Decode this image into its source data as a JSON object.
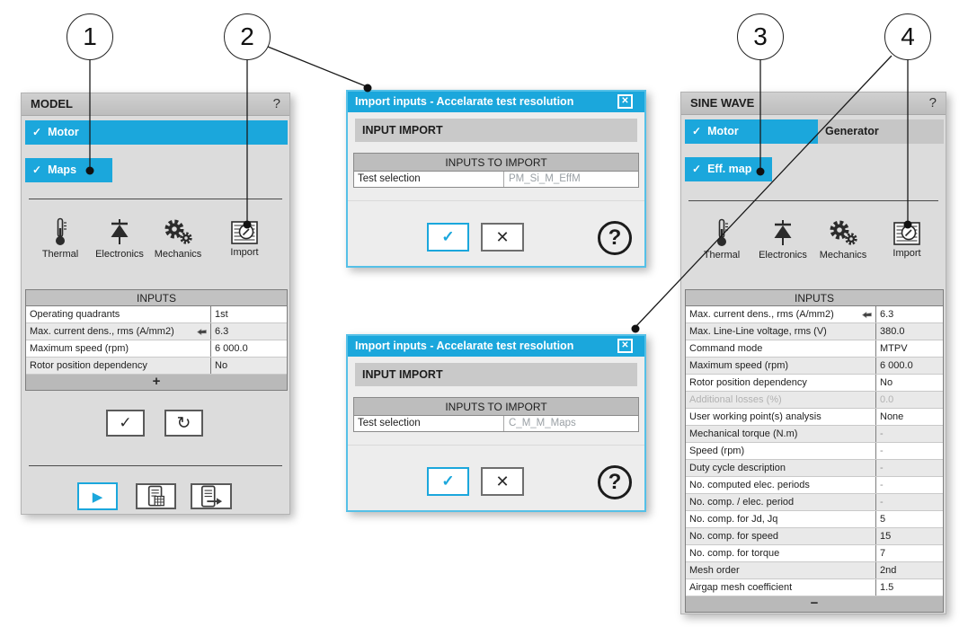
{
  "colors": {
    "accent": "#1ba7dc"
  },
  "icons": {
    "check": "✓",
    "cancel": "✕",
    "reset": "↻",
    "play": "▶",
    "close": "✕",
    "help": "?",
    "dialog_help": "?"
  },
  "callouts": {
    "c1": "1",
    "c2": "2",
    "c3": "3",
    "c4": "4"
  },
  "model_panel": {
    "title": "MODEL",
    "tabs": {
      "motor": "Motor",
      "maps": "Maps"
    },
    "toolbar": [
      {
        "label": "Thermal"
      },
      {
        "label": "Electronics"
      },
      {
        "label": "Mechanics"
      },
      {
        "label": "Import"
      }
    ],
    "table": {
      "header": "INPUTS",
      "rows": [
        {
          "label": "Operating quadrants",
          "value": "1st"
        },
        {
          "label": "Max. current dens., rms (A/mm2)",
          "value": "6.3",
          "pin": true
        },
        {
          "label": "Maximum speed (rpm)",
          "value": "6 000.0"
        },
        {
          "label": "Rotor position dependency",
          "value": "No"
        }
      ],
      "add_label": "+"
    }
  },
  "dialogs": [
    {
      "title": "Import inputs - Accelarate test resolution",
      "section": "INPUT IMPORT",
      "table_header": "INPUTS TO IMPORT",
      "row": {
        "label": "Test selection",
        "value": "PM_Si_M_EffM"
      }
    },
    {
      "title": "Import inputs - Accelarate test resolution",
      "section": "INPUT IMPORT",
      "table_header": "INPUTS TO IMPORT",
      "row": {
        "label": "Test selection",
        "value": "C_M_M_Maps"
      }
    }
  ],
  "sine_panel": {
    "title": "SINE WAVE",
    "tabs": {
      "motor": "Motor",
      "generator": "Generator",
      "effmap": "Eff. map"
    },
    "toolbar": [
      {
        "label": "Thermal"
      },
      {
        "label": "Electronics"
      },
      {
        "label": "Mechanics"
      },
      {
        "label": "Import"
      }
    ],
    "table": {
      "header": "INPUTS",
      "rows": [
        {
          "label": "Max. current dens., rms (A/mm2)",
          "value": "6.3",
          "pin": true
        },
        {
          "label": "Max. Line-Line voltage, rms (V)",
          "value": "380.0"
        },
        {
          "label": "Command mode",
          "value": "MTPV"
        },
        {
          "label": "Maximum speed (rpm)",
          "value": "6 000.0"
        },
        {
          "label": "Rotor position dependency",
          "value": "No"
        },
        {
          "label": "Additional losses (%)",
          "value": "0.0",
          "muted": true
        },
        {
          "label": "User working point(s) analysis",
          "value": "None"
        },
        {
          "label": "Mechanical torque (N.m)",
          "value": "-",
          "dash": true
        },
        {
          "label": "Speed (rpm)",
          "value": "-",
          "dash": true
        },
        {
          "label": "Duty cycle description",
          "value": "-",
          "dash": true
        },
        {
          "label": "No. computed elec. periods",
          "value": "-",
          "dash": true
        },
        {
          "label": "No. comp. / elec. period",
          "value": "-",
          "dash": true
        },
        {
          "label": "No. comp. for Jd, Jq",
          "value": "5"
        },
        {
          "label": "No. comp. for speed",
          "value": "15"
        },
        {
          "label": "No. comp. for torque",
          "value": "7"
        },
        {
          "label": "Mesh order",
          "value": "2nd"
        },
        {
          "label": "Airgap mesh coefficient",
          "value": "1.5"
        }
      ],
      "collapse_label": "−"
    }
  }
}
